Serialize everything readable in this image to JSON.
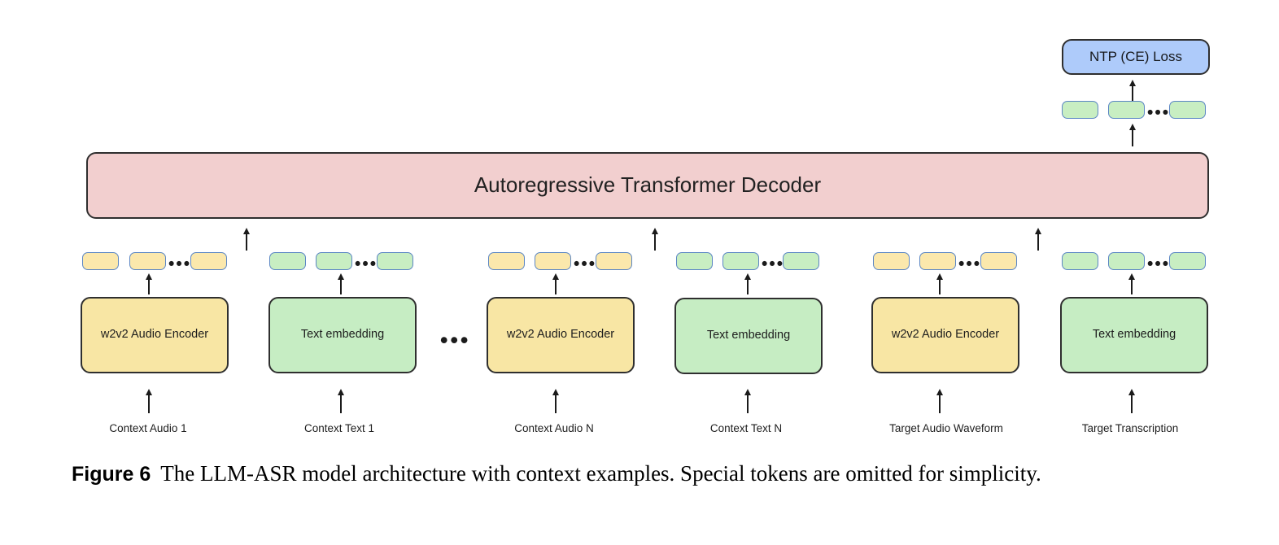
{
  "figure": {
    "label": "Figure 6",
    "caption": "The LLM-ASR model architecture with context examples.  Special tokens are omitted for simplicity.",
    "ellipsis_glyph": "•••"
  },
  "colors": {
    "loss_fill": "#aecbfa",
    "transformer_fill": "#f2cfcf",
    "audio_encoder_fill": "#f8e6a4",
    "text_encoder_fill": "#c6edc3",
    "token_audio_fill": "#fbe8ac",
    "token_text_fill": "#c8eec2",
    "token_border": "#5b86c4",
    "node_border": "#2f2f2f",
    "arrow": "#1b1b1b"
  },
  "loss": {
    "label": "NTP (CE) Loss"
  },
  "transformer": {
    "label": "Autoregressive Transformer Decoder"
  },
  "output_tokens": {
    "kind": "text",
    "count_shown": 3
  },
  "columns": [
    {
      "id": "context-audio-1",
      "encoder_label": "w2v2 Audio Encoder",
      "encoder_kind": "audio",
      "token_kind": "audio",
      "input_label": "Context Audio 1"
    },
    {
      "id": "context-text-1",
      "encoder_label": "Text embedding",
      "encoder_kind": "text",
      "token_kind": "text",
      "input_label": "Context Text 1"
    },
    {
      "id": "context-audio-n",
      "encoder_label": "w2v2 Audio Encoder",
      "encoder_kind": "audio",
      "token_kind": "audio",
      "input_label": "Context Audio N"
    },
    {
      "id": "context-text-n",
      "encoder_label": "Text embedding",
      "encoder_kind": "text",
      "token_kind": "text",
      "input_label": "Context Text N"
    },
    {
      "id": "target-audio",
      "encoder_label": "w2v2 Audio Encoder",
      "encoder_kind": "audio",
      "token_kind": "audio",
      "input_label": "Target Audio Waveform"
    },
    {
      "id": "target-text",
      "encoder_label": "Text embedding",
      "encoder_kind": "text",
      "token_kind": "text",
      "input_label": "Target Transcription"
    }
  ]
}
